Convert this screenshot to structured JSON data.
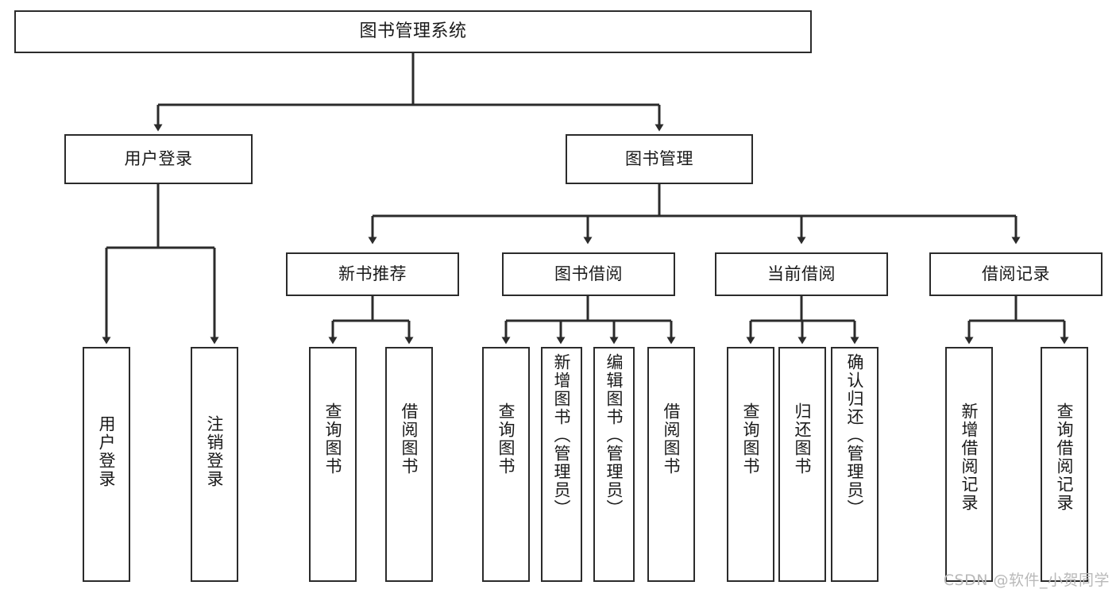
{
  "diagram": {
    "title": "图书管理系统",
    "type": "hierarchy-tree",
    "watermark": "CSDN @软件_小贺同学",
    "colors": {
      "stroke": "#2b2b2b",
      "fill": "#ffffff",
      "text": "#1a1a1a",
      "watermark": "#b9b9b9"
    },
    "levels": {
      "root": {
        "label": "图书管理系统"
      },
      "level2": [
        {
          "label": "用户登录"
        },
        {
          "label": "图书管理"
        }
      ],
      "level3": [
        {
          "label": "新书推荐"
        },
        {
          "label": "图书借阅"
        },
        {
          "label": "当前借阅"
        },
        {
          "label": "借阅记录"
        }
      ],
      "leaves": [
        {
          "label": "用户登录"
        },
        {
          "label": "注销登录"
        },
        {
          "label": "查询图书"
        },
        {
          "label": "借阅图书"
        },
        {
          "label": "查询图书"
        },
        {
          "label": "新增图书（管理员）"
        },
        {
          "label": "编辑图书（管理员）"
        },
        {
          "label": "借阅图书"
        },
        {
          "label": "查询图书"
        },
        {
          "label": "归还图书"
        },
        {
          "label": "确认归还（管理员）"
        },
        {
          "label": "新增借阅记录"
        },
        {
          "label": "查询借阅记录"
        }
      ]
    },
    "edges": [
      {
        "from": "图书管理系统",
        "to": "用户登录"
      },
      {
        "from": "图书管理系统",
        "to": "图书管理"
      },
      {
        "from": "用户登录",
        "to": "用户登录"
      },
      {
        "from": "用户登录",
        "to": "注销登录"
      },
      {
        "from": "图书管理",
        "to": "新书推荐"
      },
      {
        "from": "图书管理",
        "to": "图书借阅"
      },
      {
        "from": "图书管理",
        "to": "当前借阅"
      },
      {
        "from": "图书管理",
        "to": "借阅记录"
      },
      {
        "from": "新书推荐",
        "to": "查询图书"
      },
      {
        "from": "新书推荐",
        "to": "借阅图书"
      },
      {
        "from": "图书借阅",
        "to": "查询图书"
      },
      {
        "from": "图书借阅",
        "to": "新增图书（管理员）"
      },
      {
        "from": "图书借阅",
        "to": "编辑图书（管理员）"
      },
      {
        "from": "图书借阅",
        "to": "借阅图书"
      },
      {
        "from": "当前借阅",
        "to": "查询图书"
      },
      {
        "from": "当前借阅",
        "to": "归还图书"
      },
      {
        "from": "当前借阅",
        "to": "确认归还（管理员）"
      },
      {
        "from": "借阅记录",
        "to": "新增借阅记录"
      },
      {
        "from": "借阅记录",
        "to": "查询借阅记录"
      }
    ]
  }
}
